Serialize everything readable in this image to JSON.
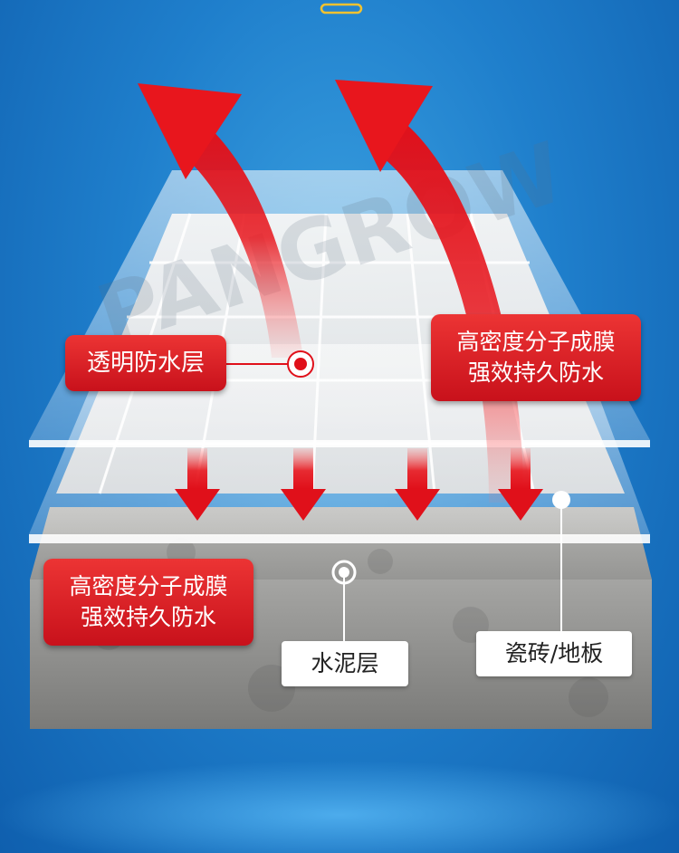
{
  "watermark": "PANGROW",
  "labels": {
    "transparent_layer": "透明防水层",
    "film_top": [
      "高密度分子成膜",
      "强效持久防水"
    ],
    "film_bottom": [
      "高密度分子成膜",
      "强效持久防水"
    ],
    "cement_layer": "水泥层",
    "tile_floor": "瓷砖/地板"
  },
  "colors": {
    "background": "#1f7fcc",
    "arrow_red": "#e8161d",
    "label_red": "#d81d25",
    "cement": "#8c8c8a"
  },
  "icons": [
    "up-arrow-icon",
    "down-arrow-icon",
    "marker-dot-icon"
  ]
}
